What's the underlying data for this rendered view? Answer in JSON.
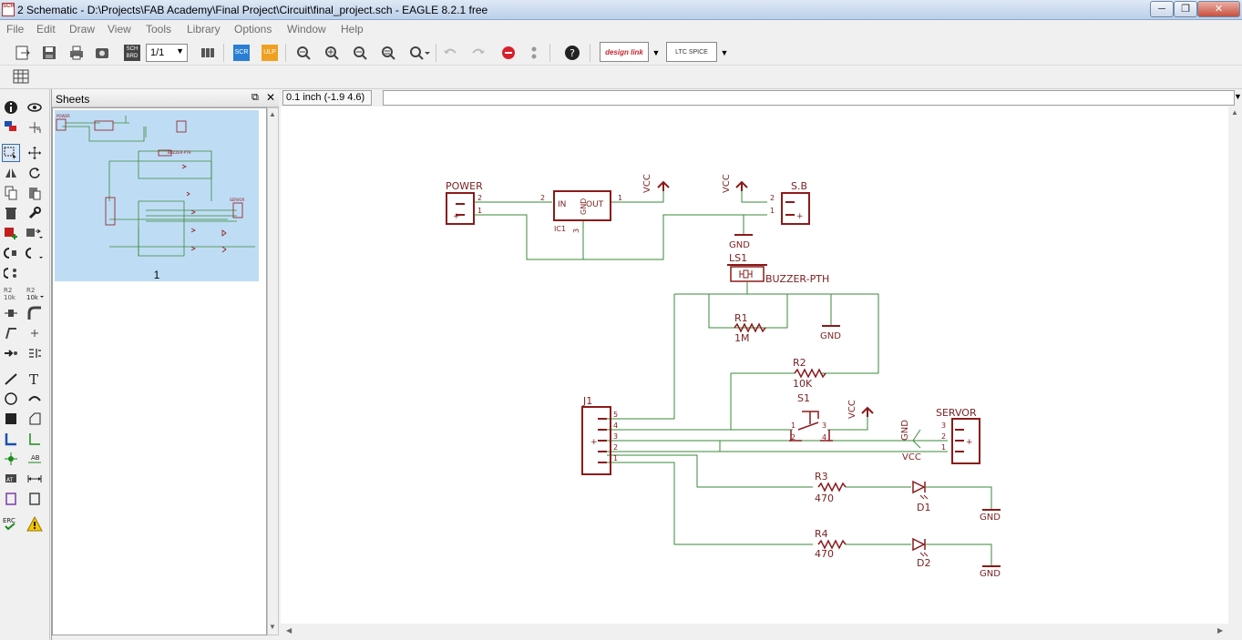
{
  "window": {
    "title": "2 Schematic - D:\\Projects\\FAB Academy\\Final Project\\Circuit\\final_project.sch - EAGLE 8.2.1 free",
    "app_icon_text": "SCH",
    "minimize": "─",
    "maximize": "❐",
    "close": "✕"
  },
  "menu": [
    "File",
    "Edit",
    "Draw",
    "View",
    "Tools",
    "Library",
    "Options",
    "Window",
    "Help"
  ],
  "toolbar": {
    "sheet_select": "1/1",
    "scm_brd": "SCH BRD",
    "scr": "SCR",
    "ulp": "ULP",
    "designlink": "design link",
    "ltspice": "LTC SPICE"
  },
  "sheets": {
    "title": "Sheets",
    "sheet_number": "1"
  },
  "coordinates": "0.1 inch (-1.9 4.6)",
  "schematic": {
    "power": {
      "name": "POWER",
      "pin2": "2",
      "pin1": "1",
      "plus": "+"
    },
    "ic1": {
      "name": "IC1",
      "in": "IN",
      "out": "OUT",
      "gnd": "GND",
      "pin2": "2",
      "pin1": "1",
      "pin3": "3"
    },
    "vcc_label": "VCC",
    "gnd_label": "GND",
    "sb": {
      "name": "S.B",
      "pin2": "2",
      "pin1": "1",
      "plus": "+"
    },
    "ls1": {
      "name": "LS1",
      "value": "BUZZER-PTH"
    },
    "r1": {
      "name": "R1",
      "value": "1M"
    },
    "r2": {
      "name": "R2",
      "value": "10K"
    },
    "s1": {
      "name": "S1",
      "p1": "1",
      "p2": "2",
      "p3": "3",
      "p4": "4"
    },
    "j1": {
      "name": "J1",
      "pins": [
        "5",
        "4",
        "3",
        "2",
        "1"
      ],
      "plus": "+"
    },
    "servor": {
      "name": "SERVOR",
      "pins": [
        "3",
        "2",
        "1"
      ],
      "plus": "+"
    },
    "r3": {
      "name": "R3",
      "value": "470"
    },
    "r4": {
      "name": "R4",
      "value": "470"
    },
    "d1": {
      "name": "D1"
    },
    "d2": {
      "name": "D2"
    }
  },
  "colors": {
    "wire": "#3a8a3a",
    "part": "#8b1a1a",
    "sheet_bg": "#bfdcf5"
  }
}
